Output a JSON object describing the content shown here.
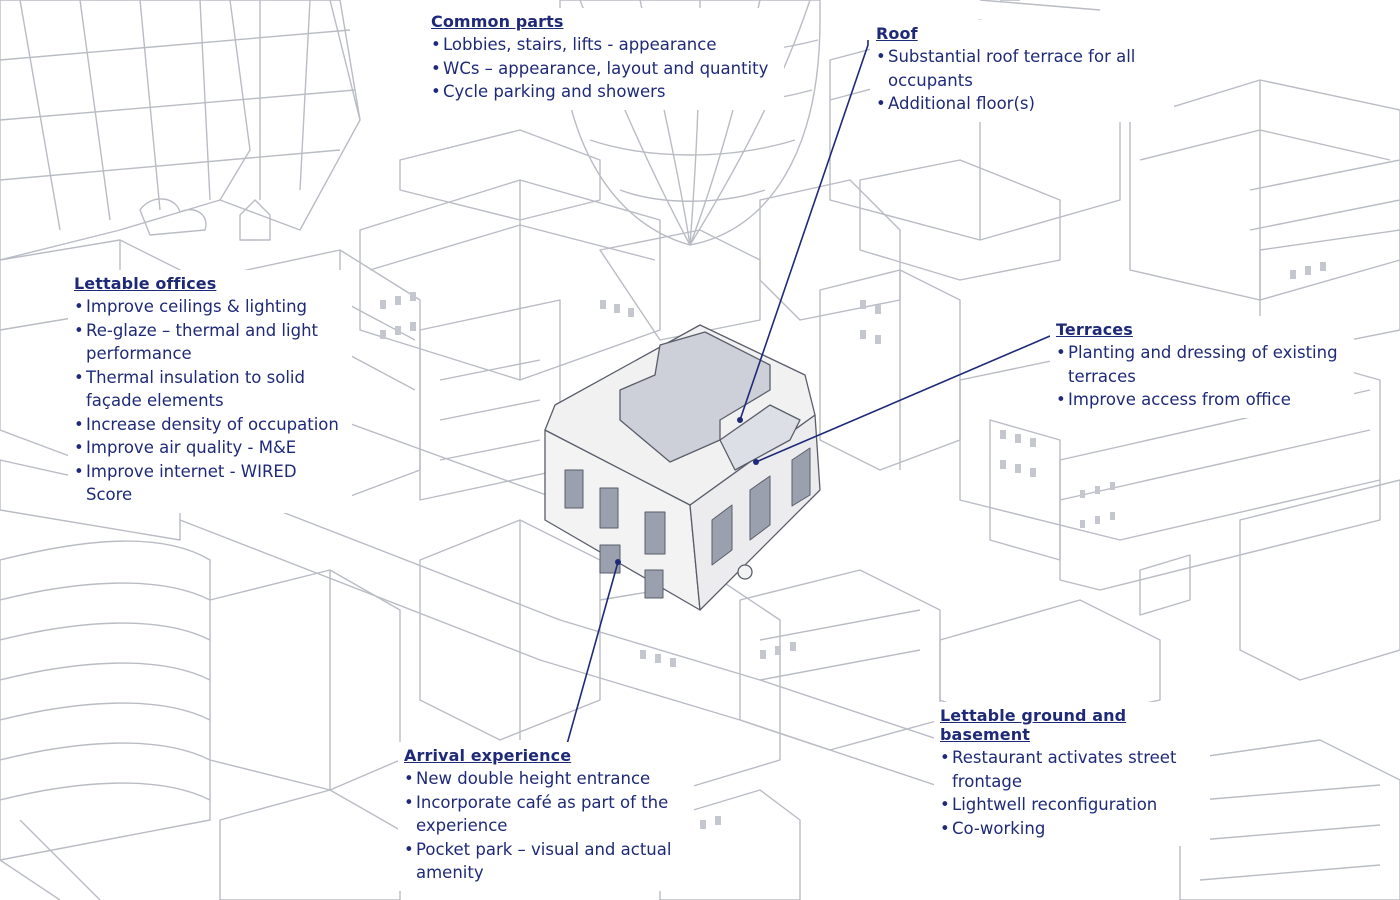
{
  "callouts": {
    "common_parts": {
      "title": "Common parts",
      "items": [
        "Lobbies, stairs, lifts - appearance",
        "WCs – appearance, layout and quantity",
        "Cycle parking and showers"
      ]
    },
    "roof": {
      "title": "Roof",
      "items": [
        "Substantial roof terrace for all occupants",
        "Additional floor(s)"
      ]
    },
    "lettable_offices": {
      "title": "Lettable offices",
      "items": [
        "Improve ceilings & lighting",
        "Re-glaze – thermal and light performance",
        "Thermal insulation to solid façade elements",
        "Increase density of occupation",
        "Improve air quality - M&E",
        "Improve internet - WIRED Score"
      ]
    },
    "terraces": {
      "title": "Terraces",
      "items": [
        "Planting and dressing of existing terraces",
        "Improve access from office"
      ]
    },
    "lettable_ground": {
      "title": "Lettable ground and basement",
      "items": [
        "Restaurant activates street frontage",
        "Lightwell reconfiguration",
        "Co-working"
      ]
    },
    "arrival": {
      "title": "Arrival experience",
      "items": [
        "New double height entrance",
        "Incorporate café as part of the experience",
        "Pocket park – visual and actual amenity"
      ]
    }
  },
  "colors": {
    "text": "#1e2a78",
    "leader_line": "#1e2a78",
    "sketch_line": "#b9bcc4",
    "building_fill": "#f3f3f4",
    "roof_fill": "#cdd0d8",
    "window_fill": "#9aa0ad"
  }
}
